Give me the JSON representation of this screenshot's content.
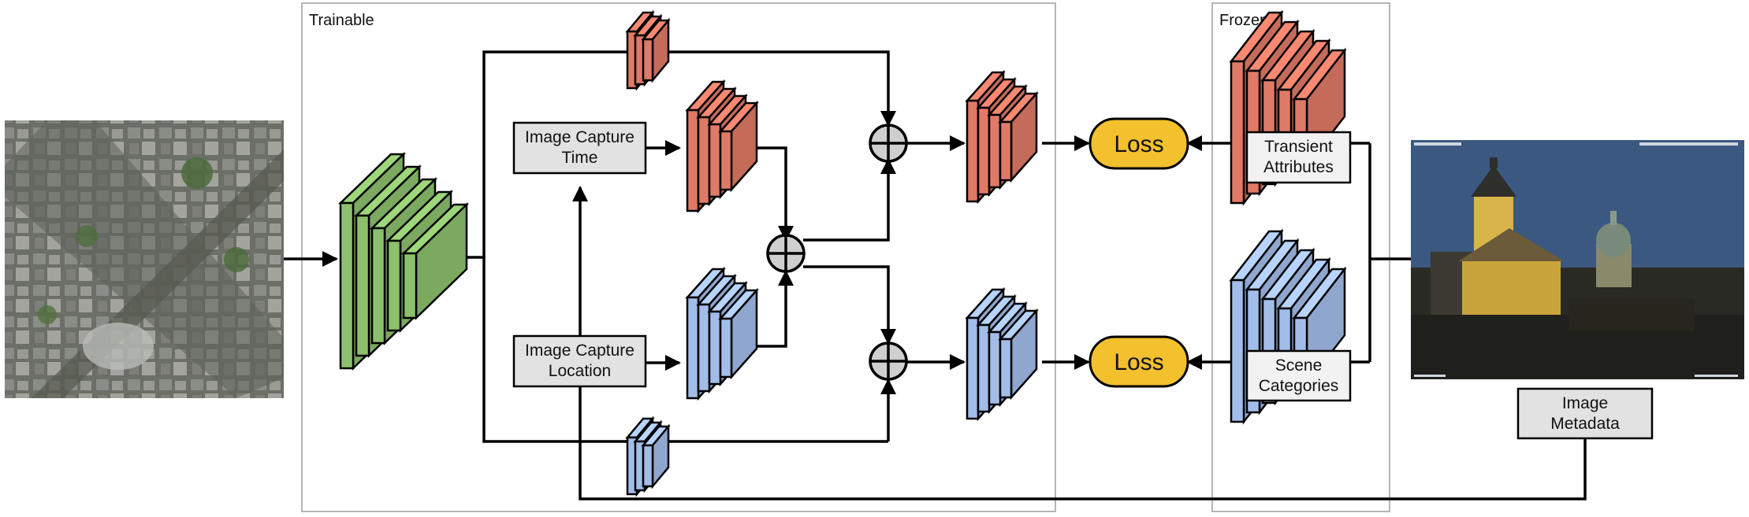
{
  "regions": {
    "trainable": "Trainable",
    "frozen": "Frozen"
  },
  "boxes": {
    "capture_time": [
      "Image Capture",
      "Time"
    ],
    "capture_location": [
      "Image Capture",
      "Location"
    ],
    "metadata": [
      "Image",
      "Metadata"
    ],
    "transient": [
      "Transient",
      "Attributes"
    ],
    "scene": [
      "Scene",
      "Categories"
    ]
  },
  "loss": {
    "top": "Loss",
    "bottom": "Loss"
  },
  "images": {
    "aerial": "aerial-overhead-photo",
    "ground": "ground-level-webcam-photo"
  },
  "colors": {
    "green": "#8cc06d",
    "red": "#e07a66",
    "blue": "#a3bdea",
    "loss": "#f3c02e",
    "box": "#e2e2e2",
    "region_border": "#b5b5b5"
  }
}
